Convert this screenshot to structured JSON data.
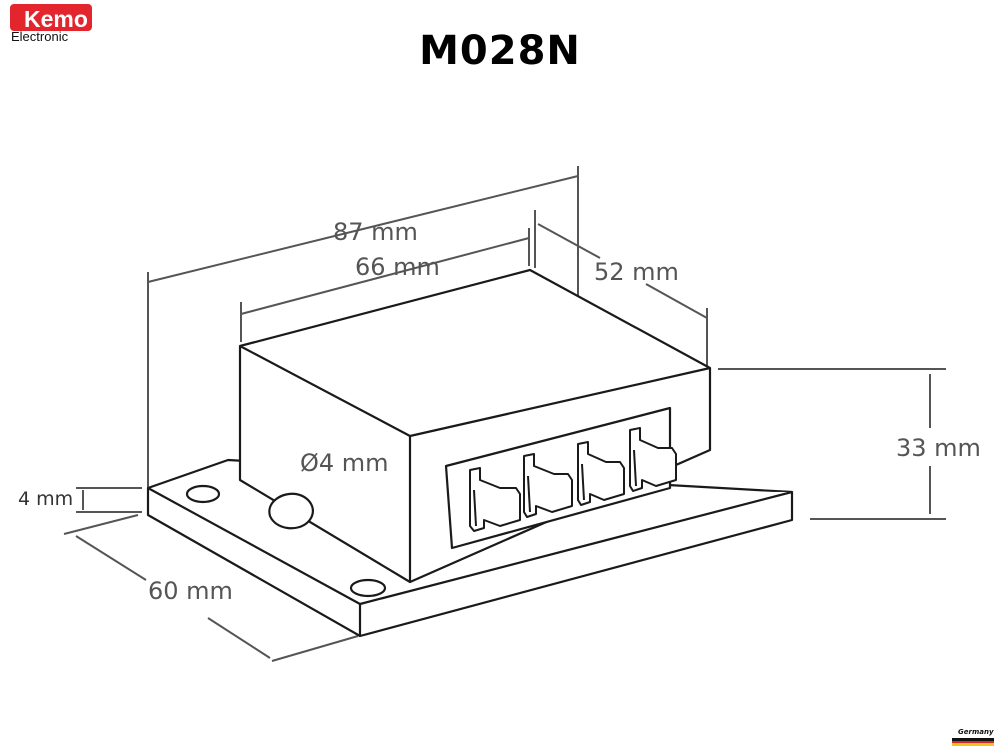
{
  "logo": {
    "brand": "Kemo",
    "sub": "Electronic"
  },
  "title": "M028N",
  "dimensions": {
    "total_length": "87 mm",
    "housing_length": "66 mm",
    "depth": "52 mm",
    "height": "33 mm",
    "plate_thickness": "4 mm",
    "hole_diameter": "Ø4 mm",
    "plate_width": "60 mm"
  },
  "badge": {
    "country": "Germany"
  },
  "colors": {
    "logo_red": "#e3262e",
    "dimension_text": "#555555",
    "line": "#1a1a1a"
  }
}
